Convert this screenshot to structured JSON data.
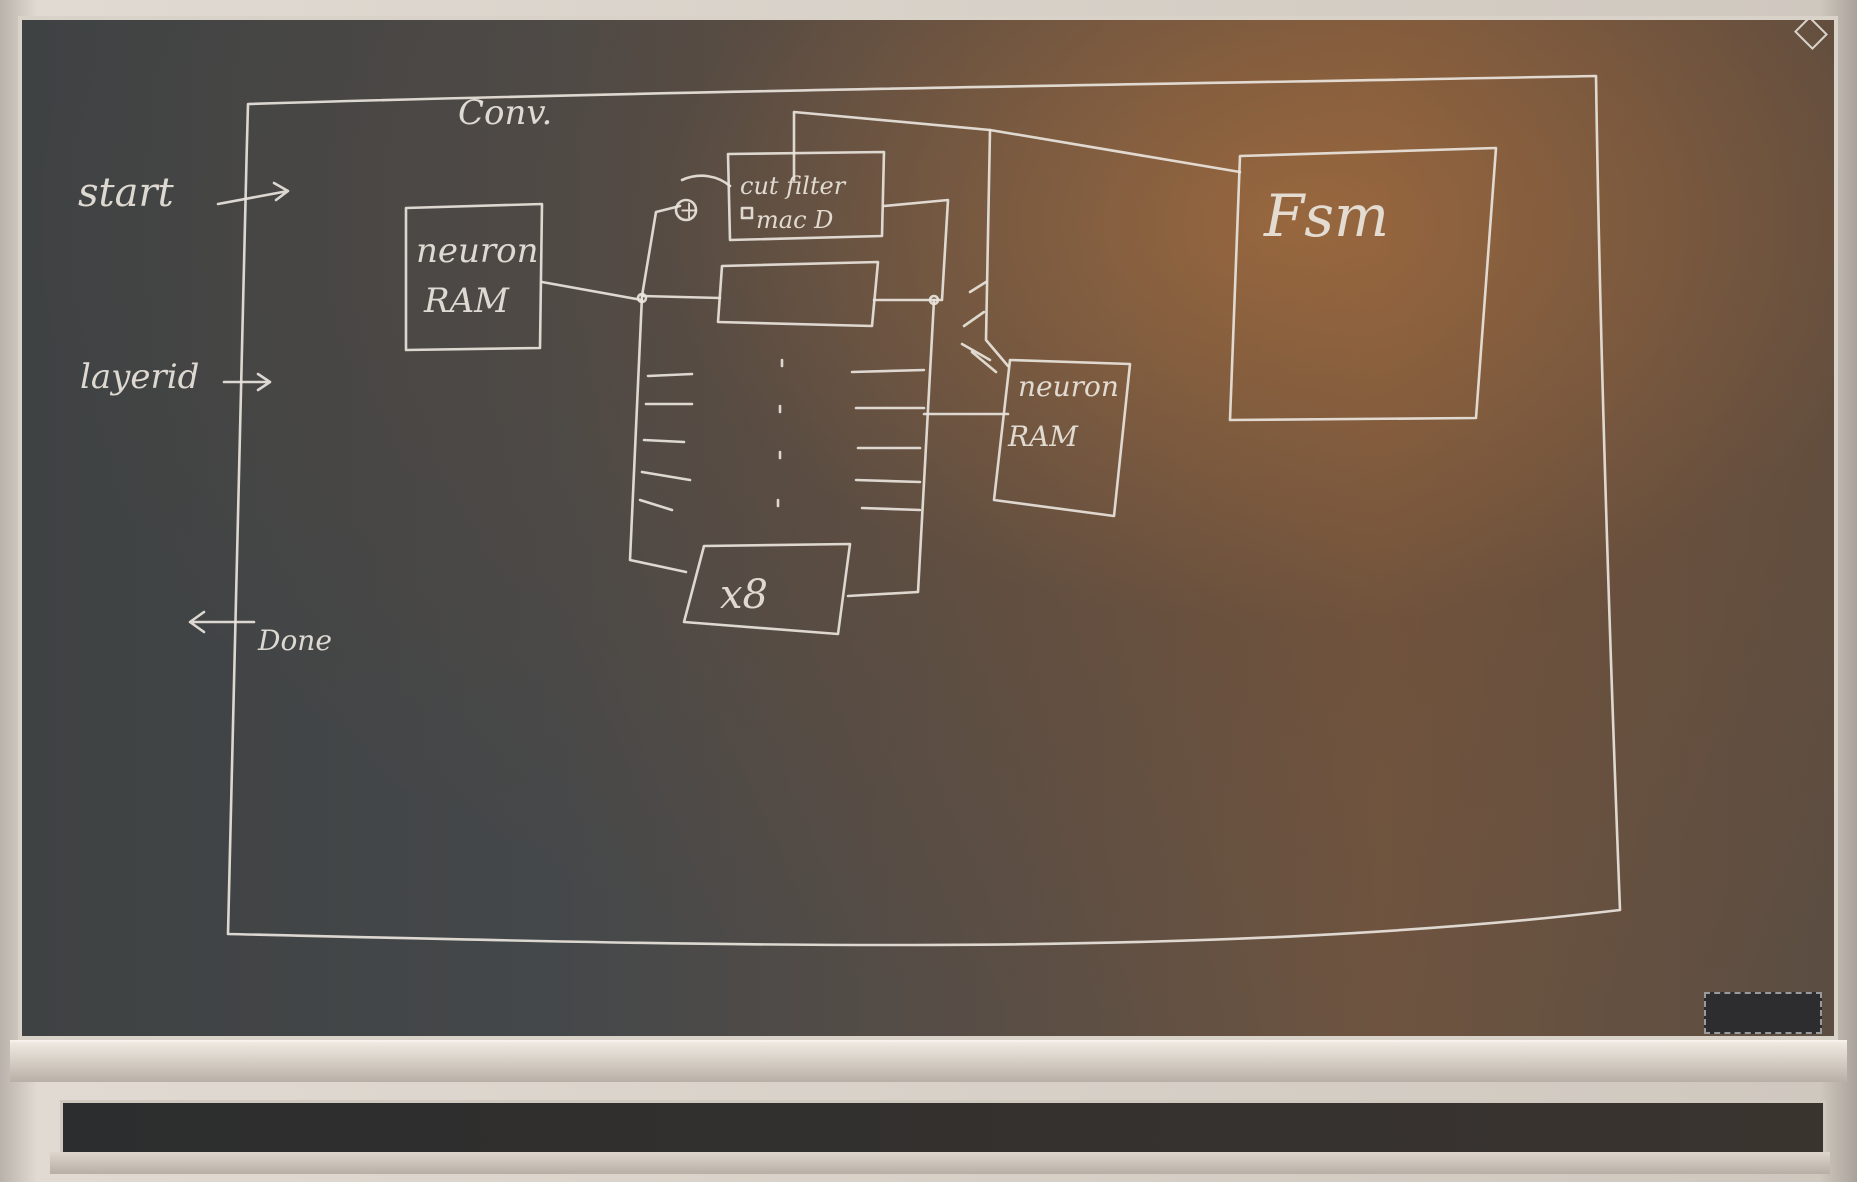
{
  "diagram": {
    "module_label": "Conv.",
    "inputs": [
      {
        "label": "start"
      },
      {
        "label": "layerid"
      }
    ],
    "outputs": [
      {
        "label": "Done"
      }
    ],
    "blocks": {
      "neuron_ram_left": {
        "line1": "neuron",
        "line2": "RAM"
      },
      "neuron_ram_right": {
        "line1": "neuron",
        "line2": "RAM"
      },
      "filter_block": {
        "line1": "cut filter",
        "line2": "mac D"
      },
      "replicate_box": {
        "label": "x8"
      },
      "fsm": {
        "label": "Fsm"
      },
      "adder_symbol": {
        "label": "+"
      }
    }
  }
}
